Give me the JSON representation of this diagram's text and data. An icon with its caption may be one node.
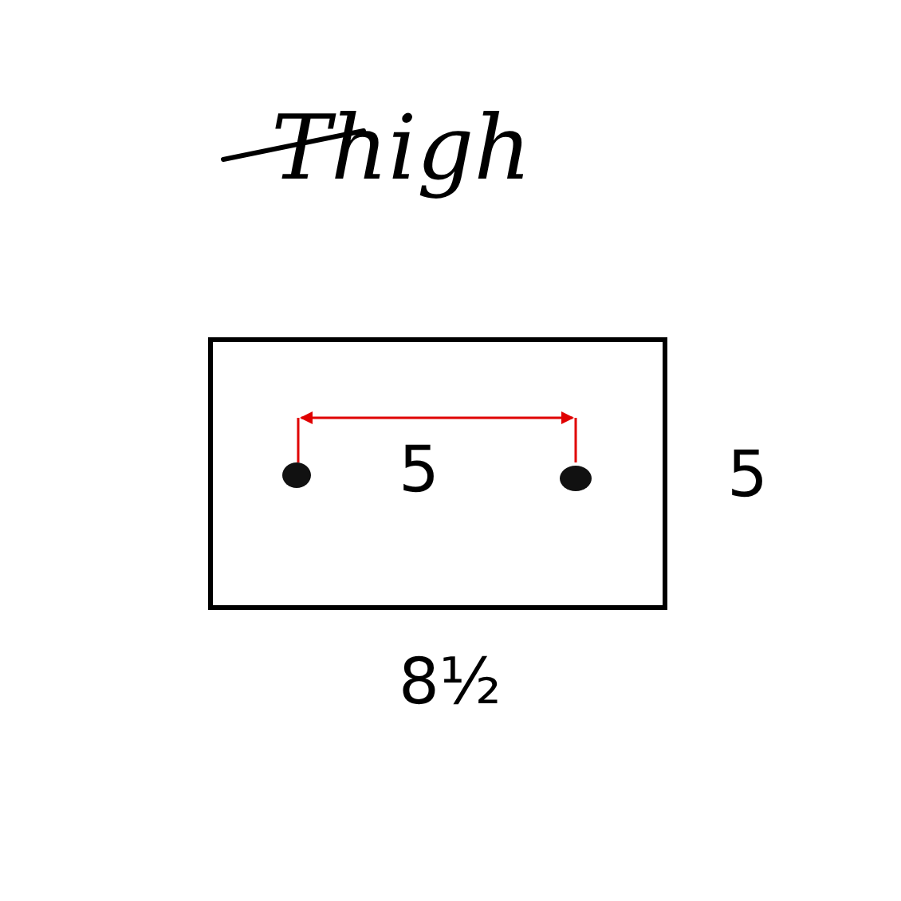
{
  "diagram": {
    "title": "Thigh",
    "labels": [
      "5",
      "5",
      "8½"
    ]
  }
}
